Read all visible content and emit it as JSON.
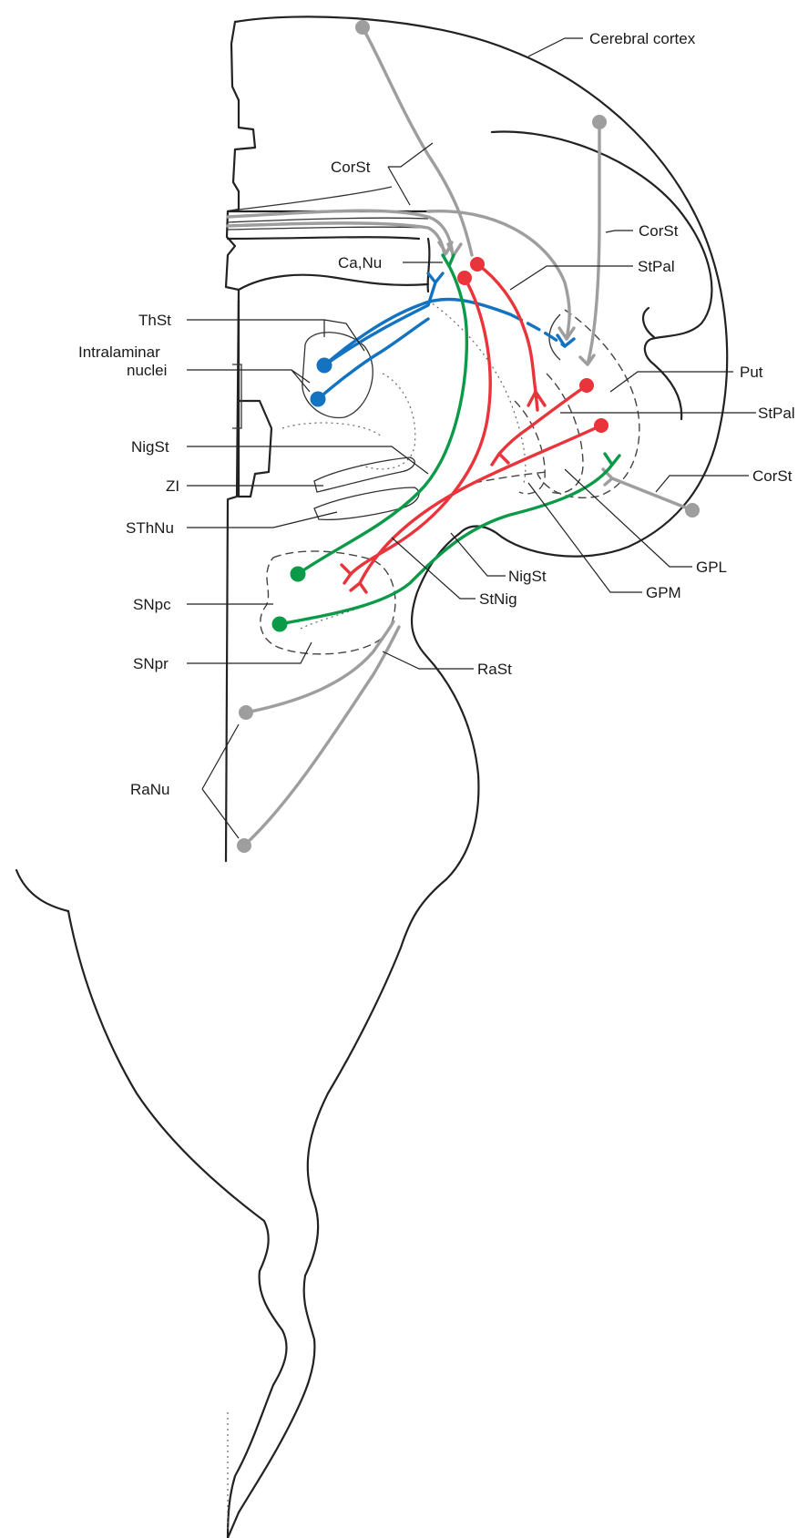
{
  "colors": {
    "corticostriatal": "#9e9e9e",
    "striatopallidal": "#e8343a",
    "nigrostriatal": "#0a9a48",
    "thalamostriatal": "#1473c1",
    "outline": "#222222"
  },
  "labels": {
    "cerebral_cortex": "Cerebral cortex",
    "corst_top": "CorSt",
    "corst_mid": "CorSt",
    "corst_low": "CorSt",
    "canu": "Ca,Nu",
    "stpal_top": "StPal",
    "stpal_mid": "StPal",
    "thst": "ThSt",
    "intralaminar_1": "Intralaminar",
    "intralaminar_2": "nuclei",
    "put": "Put",
    "nigst_left": "NigSt",
    "zi": "ZI",
    "sthnu": "SThNu",
    "gpl": "GPL",
    "nigst_mid": "NigSt",
    "gpm": "GPM",
    "stnig": "StNig",
    "snpc": "SNpc",
    "snpr": "SNpr",
    "rast": "RaSt",
    "ranu": "RaNu"
  }
}
